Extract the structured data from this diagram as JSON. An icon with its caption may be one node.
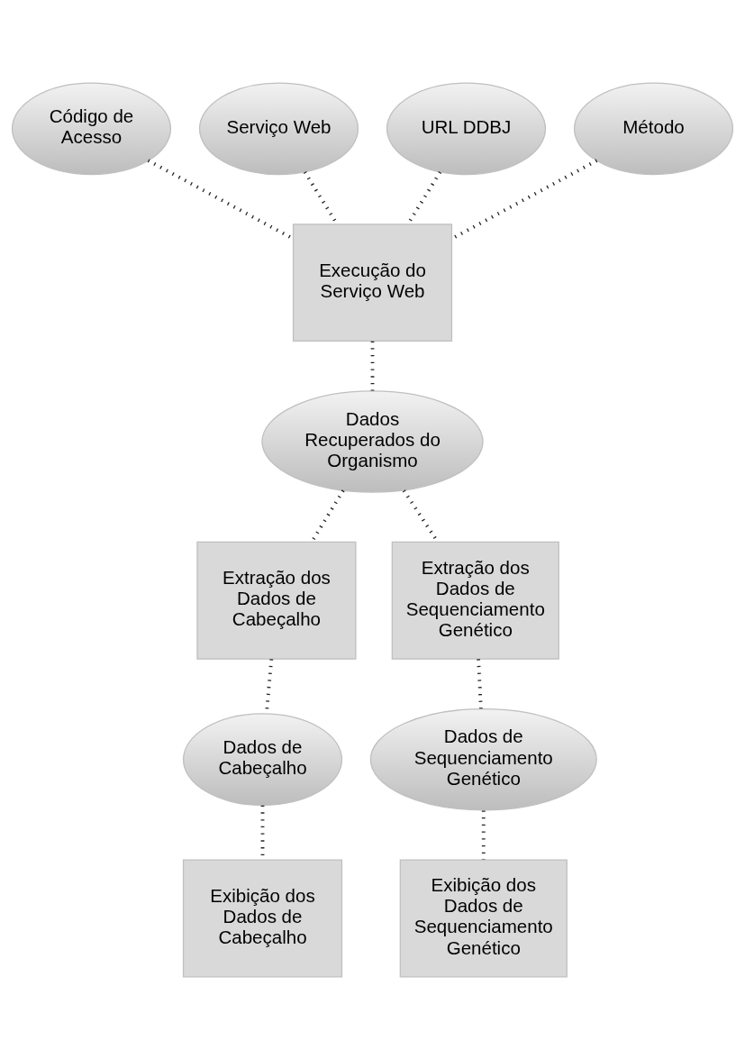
{
  "diagram": {
    "nodes": [
      {
        "text": [
          "Código de Acesso"
        ]
      },
      {
        "text": [
          "Serviço Web"
        ]
      },
      {
        "text": [
          "URL DDBJ"
        ]
      },
      {
        "text": [
          "Método"
        ]
      },
      {
        "text": [
          "Execução do Serviço Web"
        ]
      },
      {
        "text": [
          "Dados Recuperados do Organismo"
        ]
      },
      {
        "text": [
          "Extração dos Dados de Cabeçalho"
        ]
      },
      {
        "text": [
          "Extração dos Dados de Sequenciamento Genético"
        ]
      },
      {
        "text": [
          "Dados de Cabeçalho"
        ]
      },
      {
        "text": [
          "Dados de Sequenciamento Genético"
        ]
      },
      {
        "text": [
          "Exibição dos Dados de Cabeçalho"
        ]
      },
      {
        "text": [
          "Exibição dos Dados de Sequenciamento Genético"
        ]
      }
    ],
    "edges": [
      {
        "from": 0,
        "to": 4,
        "arrow": "none"
      },
      {
        "from": 1,
        "to": 4,
        "arrow": "none"
      },
      {
        "from": 2,
        "to": 4,
        "arrow": "none"
      },
      {
        "from": 3,
        "to": 4,
        "arrow": "none"
      },
      {
        "from": 4,
        "to": 5,
        "arrow": "none"
      },
      {
        "from": 5,
        "to": 6,
        "arrow": "none"
      },
      {
        "from": 5,
        "to": 7,
        "arrow": "none"
      },
      {
        "from": 6,
        "to": 8,
        "arrow": "none"
      },
      {
        "from": 7,
        "to": 9,
        "arrow": "none"
      },
      {
        "from": 8,
        "to": 10,
        "arrow": "none"
      },
      {
        "from": 9,
        "to": 11,
        "arrow": "none"
      }
    ]
  }
}
